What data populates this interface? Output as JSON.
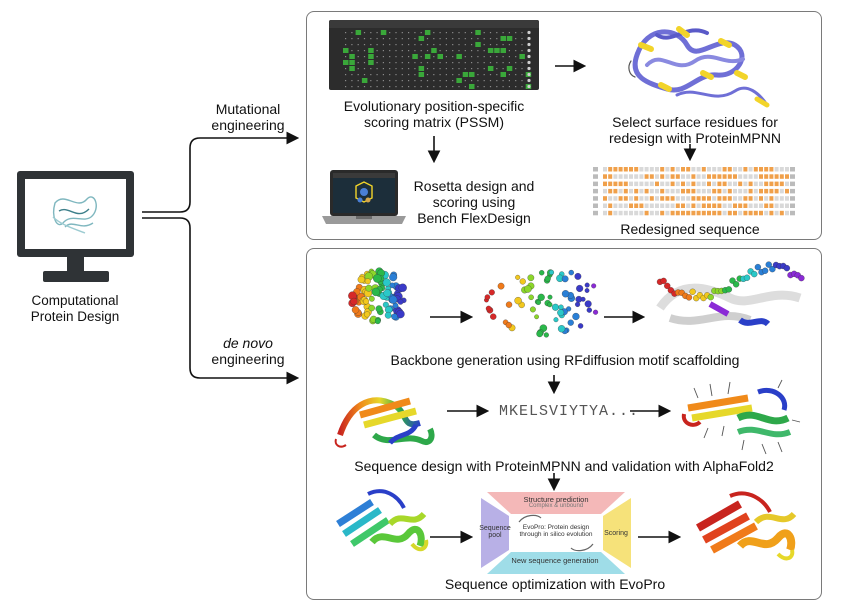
{
  "computer": {
    "label_line1": "Computational",
    "label_line2": "Protein Design"
  },
  "branches": {
    "mutational_line1": "Mutational",
    "mutational_line2": "engineering",
    "denovo_line1": "de novo",
    "denovo_line2": "engineering"
  },
  "mutational": {
    "pssm_line1": "Evolutionary position-specific",
    "pssm_line2": "scoring matrix (PSSM)",
    "surface_line1": "Select surface residues for",
    "surface_line2": "redesign with ProteinMPNN",
    "rosetta_line1": "Rosetta design and",
    "rosetta_line2": "scoring using",
    "rosetta_line3": "Bench FlexDesign",
    "redesigned": "Redesigned sequence"
  },
  "denovo": {
    "backbone": "Backbone generation using RFdiffusion motif scaffolding",
    "sequence_string": "MKELSVIYTYA...",
    "seqdesign": "Sequence design with ProteinMPNN and validation with AlphaFold2",
    "evopro": "Sequence optimization with EvoPro"
  },
  "evopro_cycle": {
    "structure_prediction": "Structure prediction",
    "complex_unbound": "Complex & unbound",
    "scoring": "Scoring",
    "new_sequence_generation": "New sequence generation",
    "sequence_pool_line1": "Sequence",
    "sequence_pool_line2": "pool",
    "center_line1": "EvoPro: Protein design",
    "center_line2": "through in silico evolution"
  },
  "colors": {
    "panel_border": "#7a7a7a",
    "helix_blue": "#6f6fd6",
    "sheet_yellow": "#f2d42a",
    "pssm_green": "#3aa83a",
    "seq_orange": "#f0a04a"
  }
}
